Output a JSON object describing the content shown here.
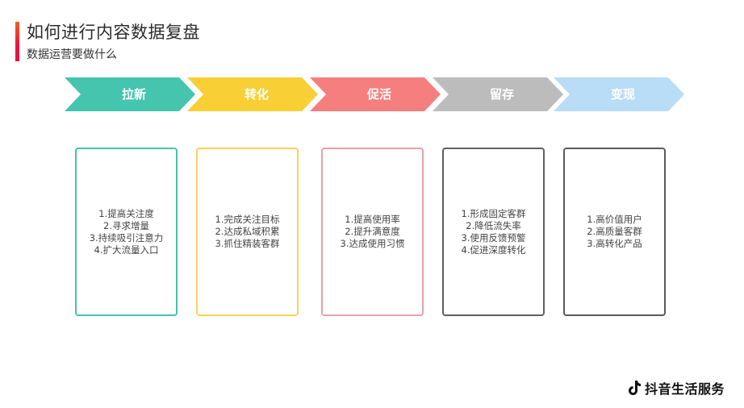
{
  "header": {
    "title": "如何进行内容数据复盘",
    "subtitle": "数据运营要做什么"
  },
  "stages": [
    {
      "label": "拉新",
      "color": "#45c4ae"
    },
    {
      "label": "转化",
      "color": "#f9cf36"
    },
    {
      "label": "促活",
      "color": "#f47f7e"
    },
    {
      "label": "留存",
      "color": "#bcbcbc"
    },
    {
      "label": "变现",
      "color": "#b9dcf7"
    }
  ],
  "cards": [
    {
      "border": "#45c4ae",
      "items": [
        "1.提高关注度",
        "2.寻求增量",
        "3.持续吸引注意力",
        "4.扩大流量入口"
      ]
    },
    {
      "border": "#f6d35a",
      "items": [
        "1.完成关注目标",
        "2.达成私域积累",
        "3.抓住精装客群"
      ]
    },
    {
      "border": "#e7a2a8",
      "items": [
        "1.提高使用率",
        "2.提升满意度",
        "3.达成使用习惯"
      ]
    },
    {
      "border": "#5f5f5f",
      "items": [
        "1.形成固定客群",
        "2.降低流失率",
        "3.使用反馈预警",
        "4.促进深度转化"
      ]
    },
    {
      "border": "#5a5a5a",
      "items": [
        "1.高价值用户",
        "2.高质量客群",
        "3.高转化产品"
      ]
    }
  ],
  "brand": {
    "icon": "tiktok-note-icon",
    "name": "抖音生活服务"
  }
}
